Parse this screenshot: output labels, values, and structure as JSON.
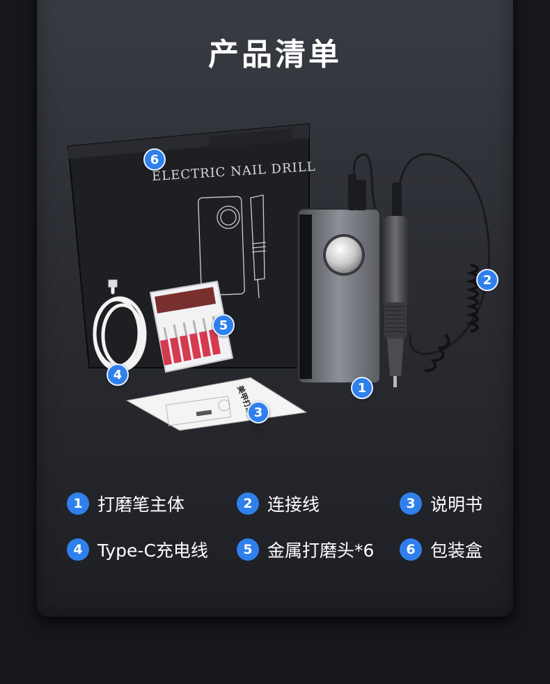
{
  "header": {
    "title": "产品清单"
  },
  "box": {
    "printed_text": "ELECTRIC NAIL DRILL"
  },
  "manual": {
    "printed_text": "美甲打磨机-507"
  },
  "callouts": [
    "1",
    "2",
    "3",
    "4",
    "5",
    "6"
  ],
  "legend": [
    {
      "num": "1",
      "label": "打磨笔主体"
    },
    {
      "num": "2",
      "label": "连接线"
    },
    {
      "num": "3",
      "label": "说明书"
    },
    {
      "num": "4",
      "label": "Type-C充电线"
    },
    {
      "num": "5",
      "label": "金属打磨头*6"
    },
    {
      "num": "6",
      "label": "包装盒"
    }
  ],
  "colors": {
    "badge": "#2f80ec",
    "background": "#15171c",
    "panel": "#2b2d33",
    "bit_red": "#d63a4e"
  }
}
